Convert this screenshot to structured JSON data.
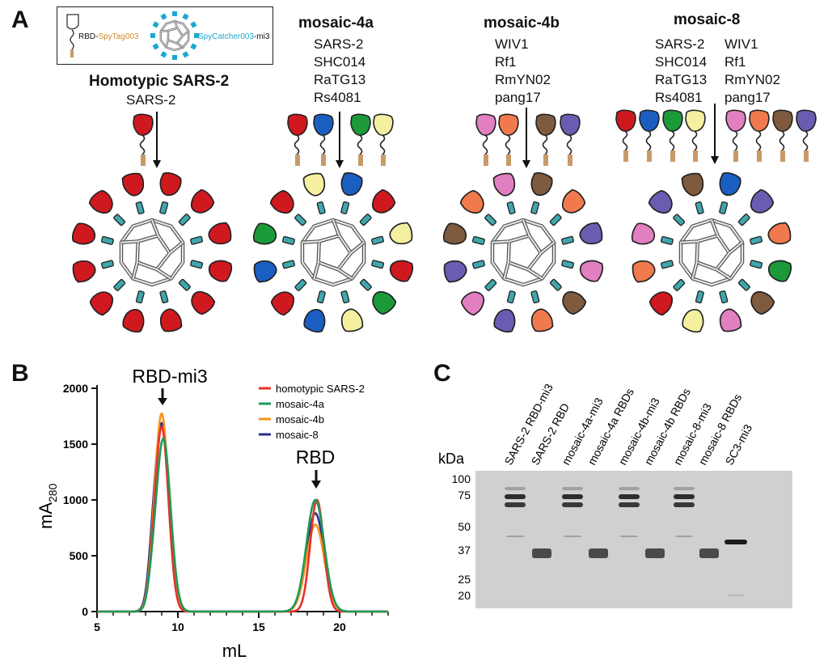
{
  "figure": {
    "panel_a": {
      "letter": "A",
      "legend_box": {
        "rbd_text": "RBD-",
        "spytag_text": "SpyTag003",
        "spycatcher_text": "SpyCatcher003",
        "mi3_text": "-mi3"
      },
      "groups": [
        {
          "title": "Homotypic SARS-2",
          "strains_left": [
            "SARS-2"
          ],
          "strains_right": [],
          "rbd_colors": [
            "#d0191f"
          ]
        },
        {
          "title": "mosaic-4a",
          "strains_left": [
            "SARS-2",
            "SHC014",
            "RaTG13",
            "Rs4081"
          ],
          "strains_right": [],
          "rbd_colors": [
            "#d0191f",
            "#1a5ec2",
            "#1c9a3a",
            "#f4f0a0"
          ]
        },
        {
          "title": "mosaic-4b",
          "strains_left": [
            "WIV1",
            "Rf1",
            "RmYN02",
            "pang17"
          ],
          "strains_right": [],
          "rbd_colors": [
            "#e27fc0",
            "#f07a4d",
            "#7e5a3f",
            "#6a5cb0"
          ]
        },
        {
          "title": "mosaic-8",
          "strains_left": [
            "SARS-2",
            "SHC014",
            "RaTG13",
            "Rs4081"
          ],
          "strains_right": [
            "WIV1",
            "Rf1",
            "RmYN02",
            "pang17"
          ],
          "rbd_colors": [
            "#d0191f",
            "#1a5ec2",
            "#1c9a3a",
            "#f4f0a0",
            "#e27fc0",
            "#f07a4d",
            "#7e5a3f",
            "#6a5cb0"
          ]
        }
      ]
    },
    "panel_b": {
      "letter": "B",
      "peak_labels": {
        "rbd_mi3": "RBD-mi3",
        "rbd": "RBD"
      }
    },
    "panel_c": {
      "letter": "C",
      "kda_label": "kDa",
      "ladder": [
        "100",
        "75",
        "50",
        "37",
        "25",
        "20"
      ],
      "lanes": [
        "SARS-2 RBD-mi3",
        "SARS-2 RBD",
        "mosaic-4a-mi3",
        "mosaic-4a RBDs",
        "mosaic-4b-mi3",
        "mosaic-4b RBDs",
        "mosaic-8-mi3",
        "mosaic-8 RBDs",
        "SC3-mi3"
      ]
    }
  },
  "chart_data": {
    "type": "line",
    "title": "",
    "xlabel": "mL",
    "ylabel": "mA280",
    "xlim": [
      5,
      23
    ],
    "ylim": [
      0,
      2000
    ],
    "xticks": [
      5,
      10,
      15,
      20
    ],
    "yticks": [
      0,
      500,
      1000,
      1500,
      2000
    ],
    "legend_position": "top-right",
    "series": [
      {
        "name": "homotypic SARS-2",
        "color": "#e8302a",
        "peak1": {
          "x": 9.0,
          "y": 1650,
          "sigma": 0.42
        },
        "peak2": {
          "x": 18.6,
          "y": 1000,
          "sigma": 0.42
        }
      },
      {
        "name": "mosaic-4a",
        "color": "#1e9a57",
        "peak1": {
          "x": 9.1,
          "y": 1550,
          "sigma": 0.45
        },
        "peak2": {
          "x": 18.5,
          "y": 1000,
          "sigma": 0.55
        }
      },
      {
        "name": "mosaic-4b",
        "color": "#f7941d",
        "peak1": {
          "x": 9.0,
          "y": 1770,
          "sigma": 0.43
        },
        "peak2": {
          "x": 18.5,
          "y": 780,
          "sigma": 0.55
        }
      },
      {
        "name": "mosaic-8",
        "color": "#2b2f8a",
        "peak1": {
          "x": 9.0,
          "y": 1680,
          "sigma": 0.45
        },
        "peak2": {
          "x": 18.5,
          "y": 880,
          "sigma": 0.55
        }
      }
    ]
  }
}
